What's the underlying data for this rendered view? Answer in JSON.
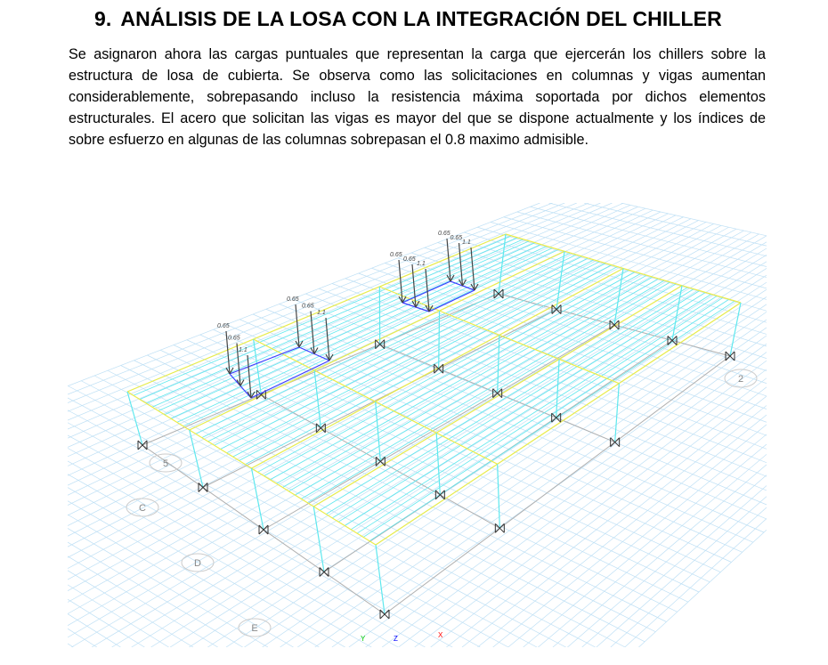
{
  "section": {
    "number": "9.",
    "title": "ANÁLISIS DE LA LOSA CON LA INTEGRACIÓN DEL CHILLER"
  },
  "paragraph": "Se asignaron ahora las cargas puntuales que representan la carga que ejercerán los chillers sobre la estructura de losa de cubierta. Se observa como las solicitaciones en columnas y vigas aumentan considerablemente, sobrepasando incluso la resistencia máxima soportada por dichos elementos estructurales. El acero que solicitan las vigas es mayor del que se dispone actualmente y los índices de sobre esfuerzo en algunas de las columnas sobrepasan el 0.8 maximo admisible.",
  "figure": {
    "loads_left": [
      "0.65",
      "0.65",
      "1.1",
      "1.1",
      "0.65",
      "0.65"
    ],
    "loads_right": [
      "0.65",
      "0.65",
      "1.1",
      "1.1",
      "0.65",
      "0.65"
    ],
    "grid_labels": [
      "5",
      "C",
      "D",
      "E",
      "2"
    ],
    "axes": {
      "x": "X",
      "y": "Y",
      "z": "Z"
    },
    "colors": {
      "grid": "#bfe0f5",
      "slab": "#5fe8ee",
      "beam": "#ecec4a",
      "chiller": "#3b3bff",
      "load": "#444444",
      "frame": "#b0b0b0"
    }
  }
}
